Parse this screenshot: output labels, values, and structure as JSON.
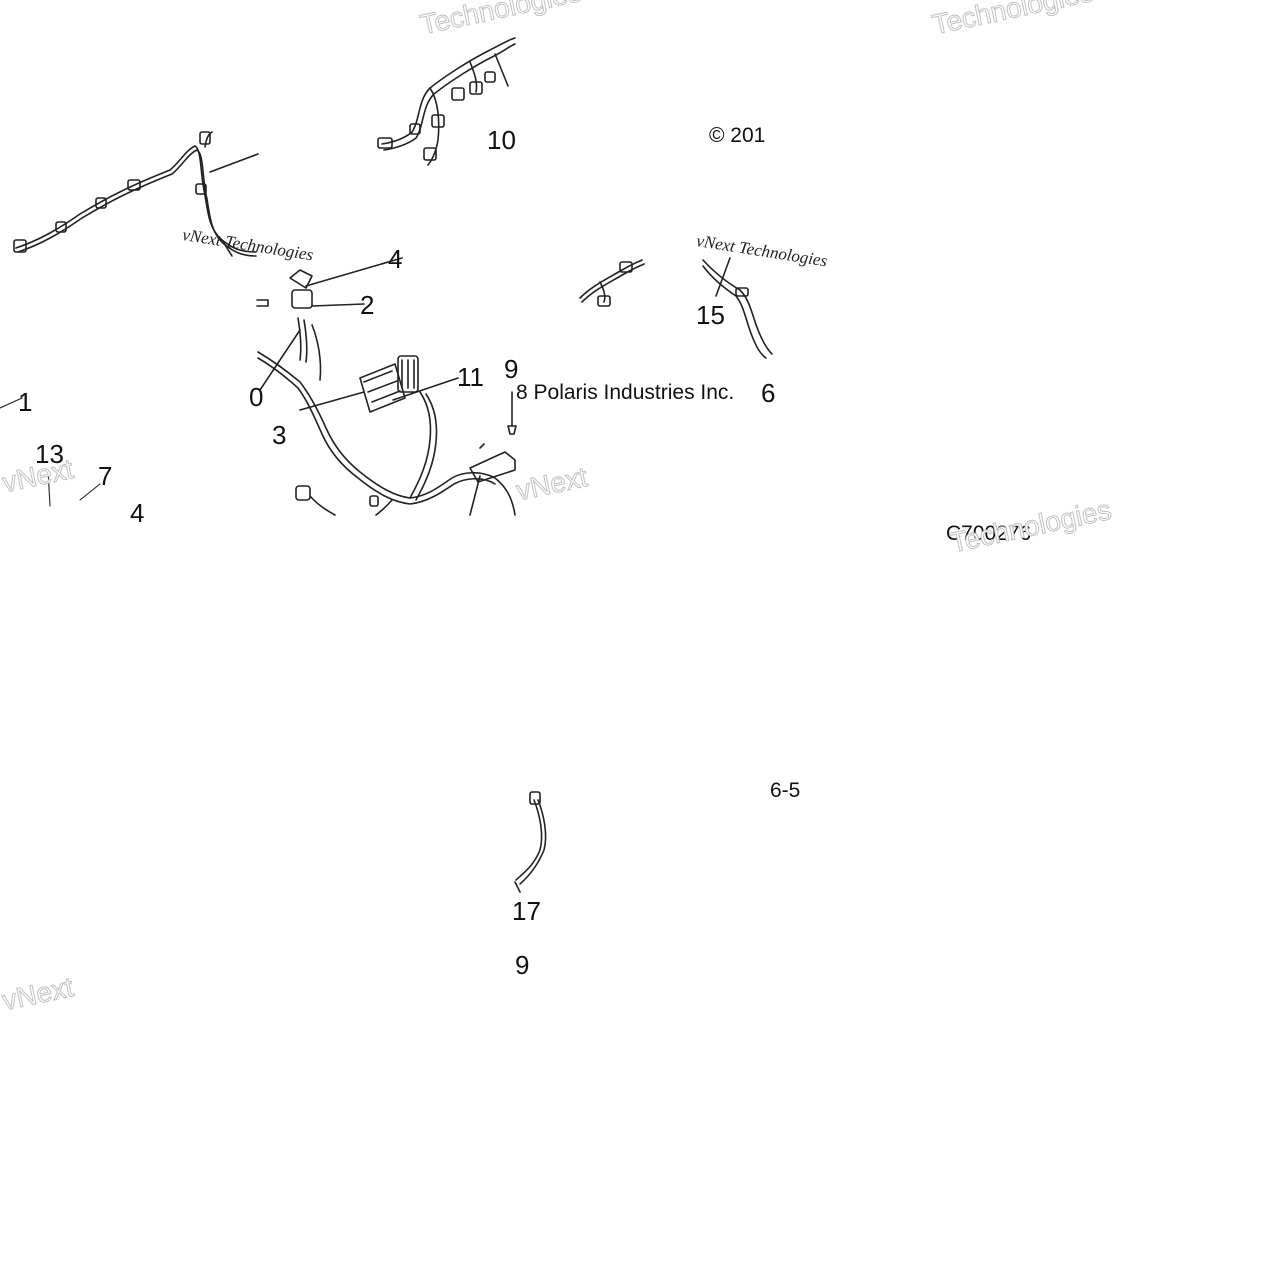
{
  "callouts": {
    "c1": "1",
    "c2": "2",
    "c3": "3",
    "c4": "4",
    "c4b": "4",
    "c6": "6",
    "c7": "7",
    "c9": "9",
    "c9b": "9",
    "c10": "10",
    "c11": "11",
    "c13": "13",
    "c15": "15",
    "c17": "17",
    "c_partial": "0"
  },
  "copyright": {
    "left_part": "© 201",
    "right_part": "8 Polaris Industries Inc."
  },
  "diagram_code": {
    "code": "C700276",
    "page_ref": "6-5"
  },
  "watermarks": {
    "brand": "vNext Technologies",
    "brand_short": "vNext",
    "word": "Technologies"
  },
  "colors": {
    "line": "#222222",
    "watermark_outline": "#c2c2c2",
    "background": "#ffffff"
  }
}
